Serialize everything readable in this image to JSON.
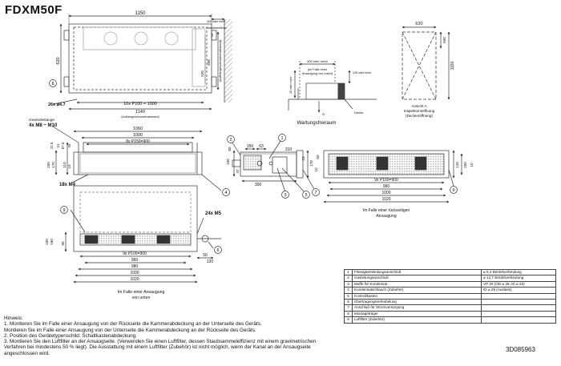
{
  "title": "FDXM50F",
  "top_view": {
    "width": "1150",
    "clearance": "300 oder mehr",
    "wall": "Wandoberfläche",
    "hanger_pitch": "620",
    "hanger_label": "(Aufhängeschraubenabstand)",
    "flange_holes": "26x ⌀4.7",
    "holes_pitch": "10x P100 = 1000",
    "hanger_width": "1140",
    "hanger_width_label": "(Aufhängeschraubenabstand)",
    "dim_608": "608",
    "dim_520": "520",
    "dim_50": "50"
  },
  "front_view": {
    "threaded_rod": "Gewindestange",
    "threaded_rod_size": "4x M8 ~ M10",
    "dim_1060": "1060",
    "dim_1000": "1000",
    "holes_pitch": "8x P150=900",
    "dim_125": "12.5",
    "dim_21": "21",
    "dim_675": "67.5",
    "dim_25": "25",
    "dim_200": "200",
    "dim_170": "170",
    "dim_110": "110",
    "dim_10": "10",
    "screws": "18x M4"
  },
  "bottom_view": {
    "screws": "24x M5",
    "holes_pitch": "9x P100=900",
    "dim_960": "960",
    "dim_980": "980",
    "dim_1000": "1000",
    "dim_1020": "1020",
    "dim_50": "50",
    "dim_120": "120",
    "dim_200": "200",
    "dim_160": "160",
    "dim_90": "90",
    "caption_1": "Im Falle einer Ansaugung",
    "caption_2": "von unten"
  },
  "side_view": {
    "dim_150": "150",
    "dim_63": "63",
    "dim_310": "310",
    "dim_300": "300",
    "dim_100": "100",
    "dim_47": "47",
    "dim_80": "80",
    "dim_170": "170",
    "dim_10": "10",
    "dim_23": "23"
  },
  "service_space": {
    "dim_400": "400 oder mehr",
    "note_1": "(Im Falle einer",
    "note_2": "Ansaugung von unten)",
    "dim_20": "20 oder mehr",
    "dim_245": "245 oder mehr",
    "arrow_label": "A",
    "ceiling": "Decke",
    "caption": "Wartungsfreiraum"
  },
  "inspection": {
    "dim_620": "620",
    "dim_500": "500",
    "dim_1150": "1150",
    "caption_1": "Ansicht A",
    "caption_2": "Inspektionsöffnung",
    "caption_3": "(Deckenöffnung)"
  },
  "rear_view": {
    "holes_pitch": "9x P100=900",
    "dim_960": "960",
    "dim_1000": "1000",
    "dim_1020": "1020",
    "dim_120": "120",
    "dim_200": "200",
    "dim_50": "50",
    "dim_10": "10",
    "caption_1": "Im Falle einer rückseitigen",
    "caption_2": "Ansaugung"
  },
  "callouts": [
    "1",
    "2",
    "3",
    "4",
    "5",
    "6",
    "7",
    "8",
    "9"
  ],
  "legend": [
    {
      "no": "1",
      "part": "Flüssigkeitsleitungsanschluß",
      "spec": "⌀ 6,4 Bördelverbindung"
    },
    {
      "no": "2",
      "part": "Gasleitungsanschluß",
      "spec": "⌀ 12,7 Bördelverbindung"
    },
    {
      "no": "3",
      "part": "Muffe für Kondensat",
      "spec": "VP 20 (OD ⌀ 26, ID ⌀ 20)"
    },
    {
      "no": "4",
      "part": "Kondensatschlauch (Zubehör)",
      "spec": "ID ⌀ 25 (Auslass)"
    },
    {
      "no": "5",
      "part": "Kontrollkasten",
      "spec": ""
    },
    {
      "no": "6",
      "part": "Übertragungsverkabelung",
      "spec": ""
    },
    {
      "no": "7",
      "part": "Anschluß für Stromversorgung",
      "spec": ""
    },
    {
      "no": "8",
      "part": "Montageträger",
      "spec": ""
    },
    {
      "no": "9",
      "part": "Luftfilter (Zubehör)",
      "spec": ""
    }
  ],
  "notes": {
    "heading": "Hinweis:",
    "n1a": "1.  Montieren Sie im Falle einer Ansaugung von der Rückseite die Kammerabdeckung an der Unterseite des Geräts.",
    "n1b": "     Montieren Sie im Falle einer Ansaugung von der Unterseite die Kammerabdeckung an der Rückseite des Geräts.",
    "n2": "2.  Position des Gerätetypenschild: Schaltkastenabdeckung.",
    "n3a": "3.  Montieren Sie den Luftfilter an der Ansaugseite. (Verwenden Sie einen Luftfilter, dessen Staubsammeleffizienz mit einem gravimetrischen",
    "n3b": "     Verfahren bei mindestens 50 % liegt). Die Ausstattung mit einem Luftfilter (Zubehör) ist nicht möglich, wenn der Kanal an der Ansaugseite",
    "n3c": "     angeschlossen wird."
  },
  "doc_code": "3D085963"
}
